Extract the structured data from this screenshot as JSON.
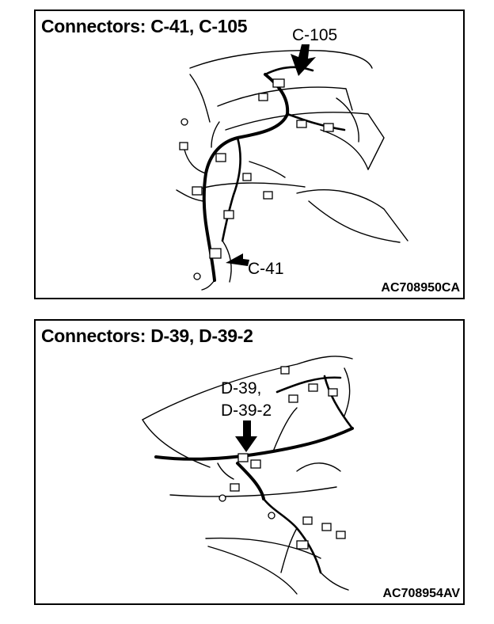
{
  "panels": [
    {
      "title": "Connectors: C-41, C-105",
      "figure_code": "AC708950CA",
      "callouts": [
        "C-105",
        "C-41"
      ]
    },
    {
      "title": "Connectors: D-39, D-39-2",
      "figure_code": "AC708954AV",
      "callouts": [
        "D-39,",
        "D-39-2"
      ]
    }
  ],
  "colors": {
    "line": "#000000",
    "background": "#ffffff"
  }
}
